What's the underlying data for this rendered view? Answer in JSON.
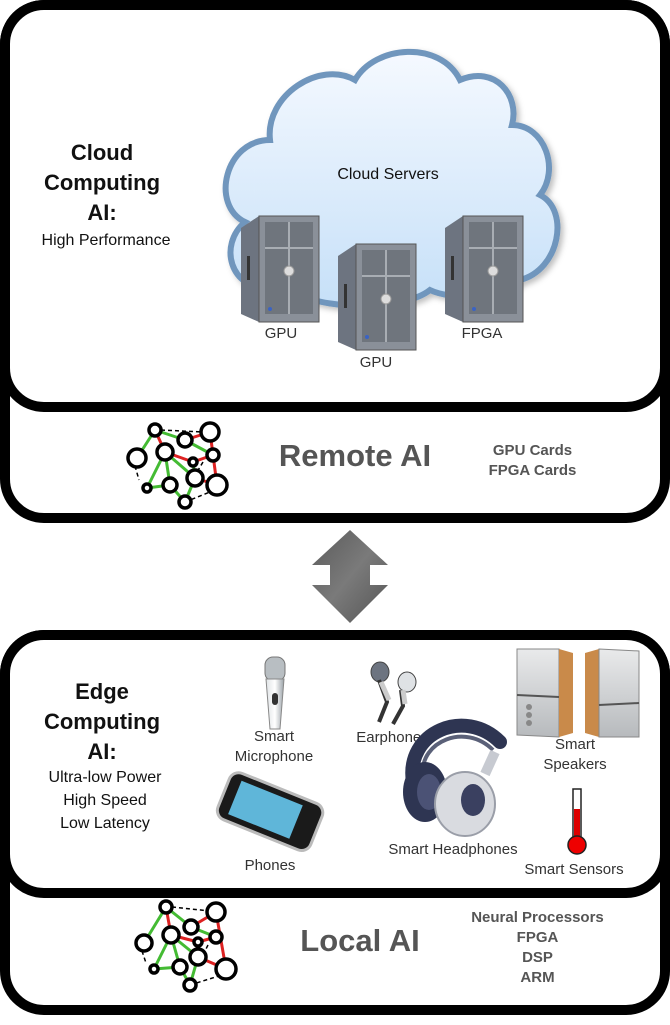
{
  "cloud_section": {
    "heading_lines": [
      "Cloud",
      "Computing",
      "AI:"
    ],
    "features": [
      "High Performance"
    ],
    "cloud_label": "Cloud Servers",
    "servers": [
      {
        "label": "GPU",
        "icon": "server-tower-icon"
      },
      {
        "label": "GPU",
        "icon": "server-tower-icon"
      },
      {
        "label": "FPGA",
        "icon": "server-tower-icon"
      }
    ]
  },
  "remote_section": {
    "title": "Remote AI",
    "hardware": [
      "GPU Cards",
      "FPGA Cards"
    ],
    "icon": "neural-network-icon"
  },
  "connector": {
    "icon": "bidirectional-arrow-icon"
  },
  "edge_section": {
    "heading_lines": [
      "Edge",
      "Computing",
      "AI:"
    ],
    "features": [
      "Ultra-low Power",
      "High Speed",
      "Low Latency"
    ],
    "devices": [
      {
        "label_lines": [
          "Smart",
          "Microphone"
        ],
        "icon": "microphone-icon"
      },
      {
        "label_lines": [
          "Earphones"
        ],
        "icon": "earphones-icon"
      },
      {
        "label_lines": [
          "Smart",
          "Speakers"
        ],
        "icon": "speakers-icon"
      },
      {
        "label_lines": [
          "Phones"
        ],
        "icon": "phone-icon"
      },
      {
        "label_lines": [
          "Smart Headphones"
        ],
        "icon": "headphones-icon"
      },
      {
        "label_lines": [
          "Smart Sensors"
        ],
        "icon": "thermometer-icon"
      }
    ]
  },
  "local_section": {
    "title": "Local AI",
    "hardware": [
      "Neural Processors",
      "FPGA",
      "DSP",
      "ARM"
    ],
    "icon": "neural-network-icon"
  },
  "colors": {
    "frame": "#000000",
    "cloud_stroke": "#7096bd",
    "cloud_fill_top": "#f3f8fe",
    "cloud_fill_bottom": "#c9e2f8",
    "edge_green": "#44bb33",
    "edge_red": "#dd2222",
    "arrow": "#666666",
    "label_gray": "#555555"
  }
}
